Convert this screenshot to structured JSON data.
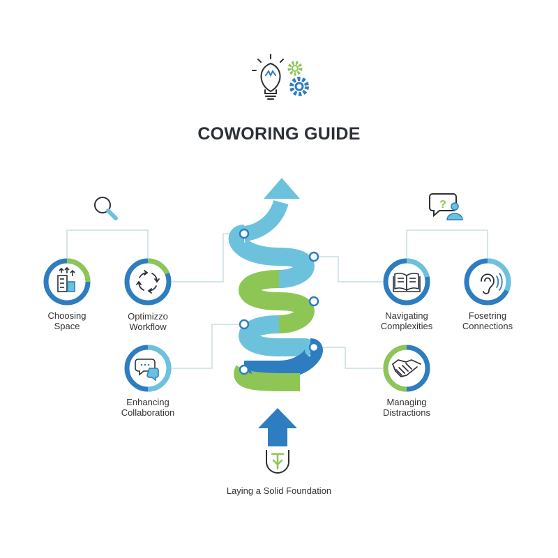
{
  "title": "COWORING GUIDE",
  "footer_label": "Laying a Solid Foundation",
  "nodes": {
    "choosing_space": {
      "line1": "Choosing",
      "line2": "Space",
      "icon": "building-growth-icon"
    },
    "optimize_workflow": {
      "line1": "Optimizzo",
      "line2": "Workflow",
      "icon": "cycle-arrows-icon"
    },
    "enhancing_collaboration": {
      "line1": "Enhancing",
      "line2": "Collaboration",
      "icon": "chat-bubbles-icon"
    },
    "navigating_complexities": {
      "line1": "Navigating",
      "line2": "Complexities",
      "icon": "open-book-icon"
    },
    "fostering_connections": {
      "line1": "Fosetring",
      "line2": "Connections",
      "icon": "ear-sound-icon"
    },
    "managing_distractions": {
      "line1": "Managing",
      "line2": "Distractions",
      "icon": "handshake-icon"
    }
  },
  "header_icons": [
    "lightbulb-icon",
    "gears-icon"
  ],
  "group_icons": [
    "magnifier-icon",
    "question-user-icon"
  ],
  "colors": {
    "dark_blue": "#2d7dc0",
    "light_blue": "#6cc2dc",
    "green": "#8dc655",
    "connector": "#c8dde4",
    "text": "#333333",
    "title": "#2b2f36"
  }
}
